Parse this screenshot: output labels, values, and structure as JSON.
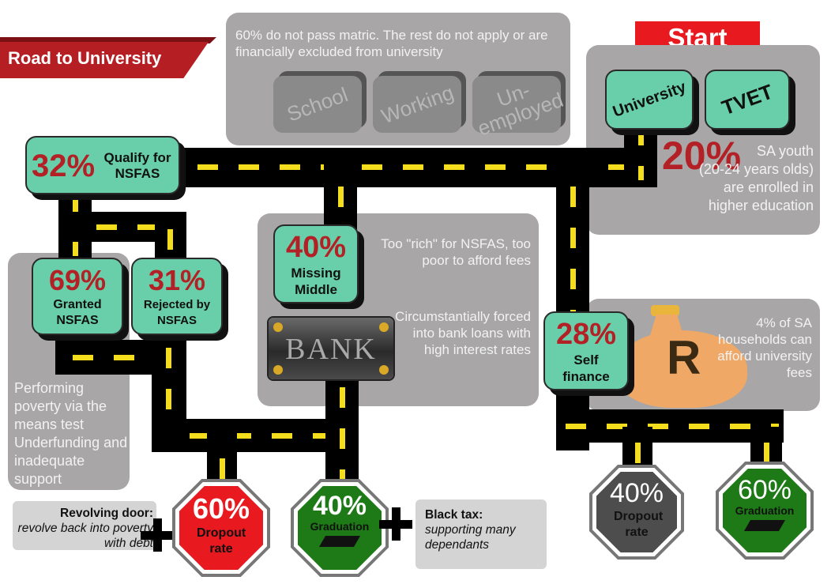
{
  "title": "Road to University",
  "start": "Start",
  "top_note": "60% do not pass matric. The rest do not apply or are financially excluded from university",
  "greyed_options": [
    "School",
    "Working",
    "Un-\nemployed"
  ],
  "paths": {
    "university": "University",
    "tvet": "TVET"
  },
  "enrolled": {
    "pct": "20%",
    "text": "SA youth (20-24 years olds) are enrolled in higher education"
  },
  "nsfas": {
    "pct": "32%",
    "label": "Qualify for NSFAS"
  },
  "granted": {
    "pct": "69%",
    "label": "Granted NSFAS"
  },
  "rejected": {
    "pct": "31%",
    "label": "Rejected by NSFAS"
  },
  "missing_middle": {
    "pct": "40%",
    "label": "Missing Middle"
  },
  "self_finance": {
    "pct": "28%",
    "label": "Self finance"
  },
  "note_rich": "Too \"rich\" for NSFAS, too poor to afford fees",
  "note_bank": "Circumstantially forced into bank loans with high interest rates",
  "bank_sign": "BANK",
  "note_left": "Performing poverty via the means test Underfunding and inadequate support",
  "note_households": "4% of SA households can afford university fees",
  "money_bag_symbol": "R",
  "outcome_left_dropout": {
    "pct": "60%",
    "label": "Dropout rate"
  },
  "outcome_left_grad": {
    "pct": "40%",
    "label": "Graduation"
  },
  "outcome_right_dropout": {
    "pct": "40%",
    "label": "Dropout rate"
  },
  "outcome_right_grad": {
    "pct": "60%",
    "label": "Graduation"
  },
  "revolving": {
    "title": "Revolving door:",
    "text": "revolve back into poverty with debt"
  },
  "black_tax": {
    "title": "Black tax:",
    "text": "supporting many dependants"
  },
  "colors": {
    "road": "#000000",
    "dash": "#f3dd1d",
    "node": "#69cfaa",
    "panel": "#a8a6a6",
    "accent_red": "#b32025",
    "stop_red": "#e8191f",
    "go_green": "#1d7a16",
    "dark_grey": "#4d4d4d"
  },
  "icons": [
    "graduation-cap-icon",
    "money-bag-icon",
    "bank-sign-icon"
  ]
}
